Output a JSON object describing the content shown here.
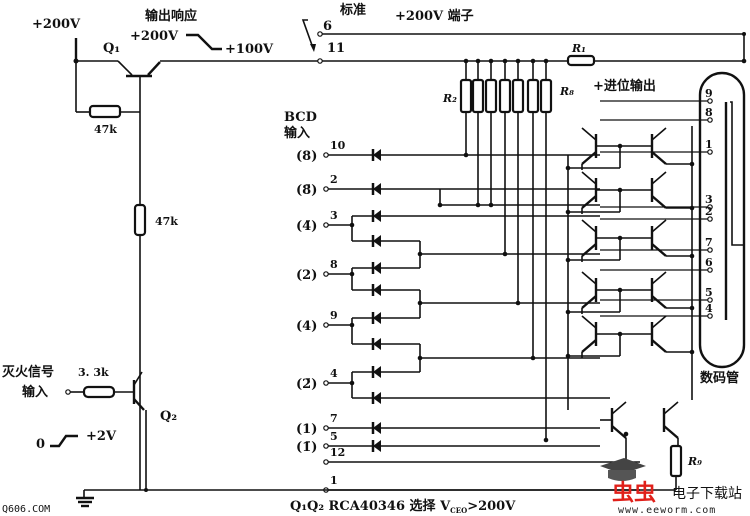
{
  "title": "BCD 数码管驱动电路",
  "labels": {
    "supply_left": "+200V",
    "q1": "Q₁",
    "output_response": "输出响应",
    "v200": "+200V",
    "v100": "+100V",
    "standard": "标准",
    "terminal_200v": "+200V 端子",
    "pin6": "6",
    "pin11": "11",
    "r1": "R₁",
    "r2": "R₂",
    "r8": "R₈",
    "r9": "R₉",
    "carry_output": "+进位输出",
    "bcd": "BCD",
    "bcd_input": "输入",
    "res_47k_a": "47k",
    "res_47k_b": "47k",
    "res_3_3k": "3. 3k",
    "fire_signal": "灭火信号",
    "fire_input": "输入",
    "q2": "Q₂",
    "zero": "0",
    "plus2v": "+2V",
    "tube": "数码管",
    "footer": "Q₁Q₂ RCA40346 选择 V",
    "footer_sub": "CEO",
    "footer_tail": ">200V"
  },
  "inputs": [
    {
      "name": "(8)",
      "pin": "10"
    },
    {
      "name": "(8̄)",
      "pin": "2"
    },
    {
      "name": "(4̄)",
      "pin": "3"
    },
    {
      "name": "(2)",
      "pin": "8"
    },
    {
      "name": "(4)",
      "pin": "9"
    },
    {
      "name": "(2̄)",
      "pin": "4"
    },
    {
      "name": "(1)",
      "pin": "7"
    },
    {
      "name": "(1̄)",
      "pin": "5"
    },
    {
      "name": "",
      "pin": "12"
    },
    {
      "name": "",
      "pin": "1"
    }
  ],
  "tube_pins": [
    "9",
    "8",
    "1",
    "3",
    "2",
    "7",
    "6",
    "5",
    "4"
  ],
  "watermarks": {
    "left": "Q606.COM",
    "brand_red": "虫虫",
    "brand_text": "电子下载站",
    "url": "www.eeworm.com"
  }
}
